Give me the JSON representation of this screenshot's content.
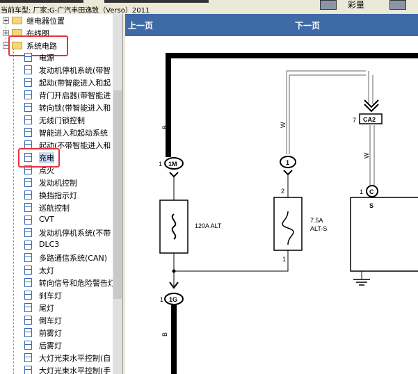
{
  "top": {
    "car_label": "当前车型:  厂家:G-广汽丰田逸致（Verso）2011",
    "right_label": "彩量"
  },
  "tree": {
    "folders": [
      "继电器位置",
      "布线图",
      "系统电路"
    ],
    "items": [
      "电源",
      "发动机停机系统(带智",
      "起动(带智能进入和起",
      "背门开启器(带智能进",
      "转向锁(带智能进入和",
      "无线门锁控制",
      "智能进入和起动系统",
      "起动(不带智能进入和",
      "充电",
      "点火",
      "发动机控制",
      "换挡指示灯",
      "巡航控制",
      "CVT",
      "发动机停机系统(不带",
      "DLC3",
      "多路通信系统(CAN)",
      "太灯",
      "转向信号和危险警告灯",
      "刹车灯",
      "尾灯",
      "倒车灯",
      "前雾灯",
      "后雾灯",
      "大灯光束水平控制(自",
      "大灯光束水平控制(手"
    ],
    "selected_item": "充电"
  },
  "nav": {
    "prev": "上一页",
    "next": "下一页"
  },
  "diagram": {
    "wire_colors": [
      "B",
      "W",
      "W",
      "B"
    ],
    "connectors": [
      "1M",
      "1",
      "CA2",
      "C",
      "1G"
    ],
    "connector_pins": [
      "1",
      "1",
      "7",
      "1",
      "1"
    ],
    "fuses": [
      {
        "name": "120A ALT"
      },
      {
        "name": "7.5A",
        "name2": "ALT-S"
      }
    ],
    "fuse_pin_top": "2",
    "fuse_pin_bottom": "1",
    "terminal": "S"
  },
  "colors": {
    "nav_bg": "#3e6aa6",
    "highlight": "#e8323c",
    "selection": "#c8dcf0"
  }
}
